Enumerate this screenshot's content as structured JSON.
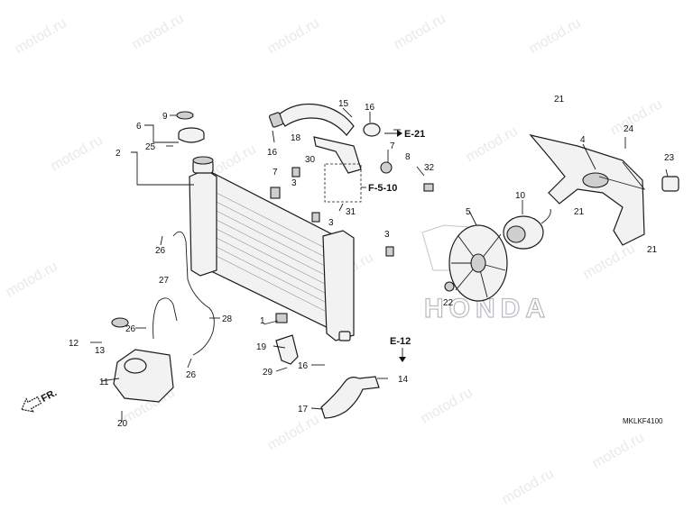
{
  "watermark": "motod.ru",
  "brand": "HONDA",
  "diagram_code": "MKLKF4100",
  "front_indicator": "FR.",
  "callouts": [
    "1",
    "2",
    "3",
    "4",
    "5",
    "6",
    "7",
    "8",
    "9",
    "10",
    "11",
    "12",
    "13",
    "14",
    "15",
    "16",
    "17",
    "18",
    "19",
    "20",
    "21",
    "22",
    "23",
    "24",
    "25",
    "26",
    "27",
    "28",
    "29",
    "30",
    "31",
    "32"
  ],
  "references": {
    "e21": "E-21",
    "f510": "F-5-10",
    "e12": "E-12"
  }
}
